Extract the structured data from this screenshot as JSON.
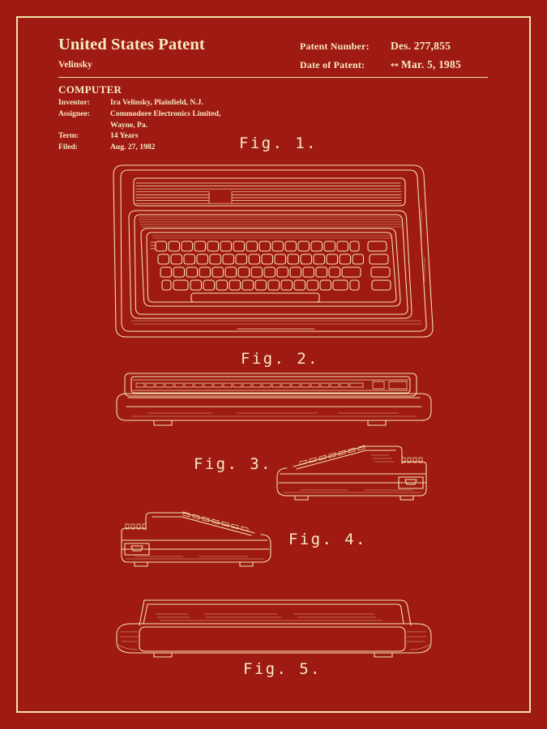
{
  "document": {
    "background_color": "#9E1A12",
    "ink_color": "#F5E4AE",
    "title": "United States Patent",
    "surname": "Velinsky"
  },
  "header": {
    "patent_number_label": "Patent Number:",
    "patent_number_value": "Des. 277,855",
    "date_label": "Date of Patent:",
    "date_stars": "**",
    "date_value": "Mar. 5, 1985"
  },
  "biblio": {
    "title": "COMPUTER",
    "rows": [
      {
        "label": "Inventor:",
        "value": "Ira Velinsky, Plainfield, N.J."
      },
      {
        "label": "Assignee:",
        "value": "Commodore Electronics Limited,"
      },
      {
        "label": "",
        "value": "Wayne, Pa."
      },
      {
        "label": "Term:",
        "value": "14 Years"
      },
      {
        "label": "Filed:",
        "value": "Aug. 27, 1982"
      }
    ]
  },
  "figures": [
    {
      "caption": "Fig. 1.",
      "view": "top-plan-view"
    },
    {
      "caption": "Fig. 2.",
      "view": "front-elevation-view"
    },
    {
      "caption": "Fig. 3.",
      "view": "right-side-elevation-view"
    },
    {
      "caption": "Fig. 4.",
      "view": "left-side-elevation-view"
    },
    {
      "caption": "Fig. 5.",
      "view": "rear-elevation-view"
    }
  ]
}
